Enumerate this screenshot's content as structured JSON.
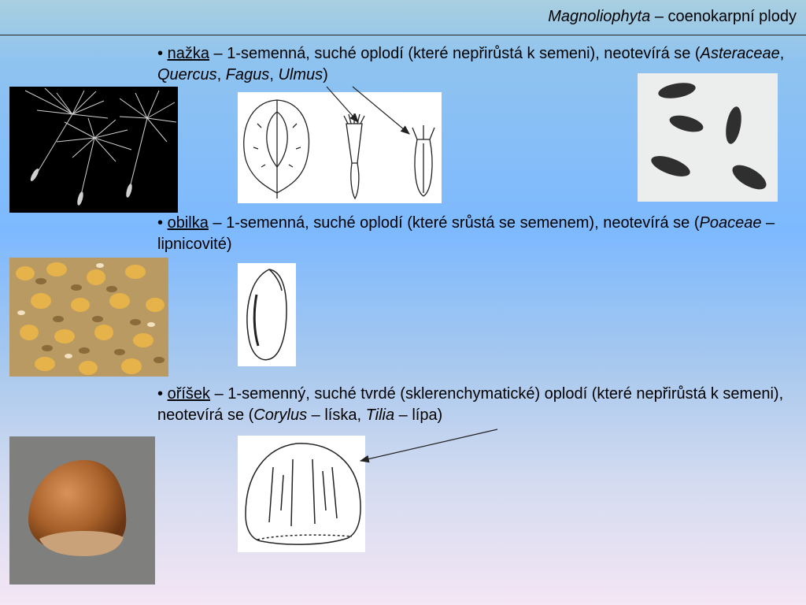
{
  "header": {
    "title_italic": "Magnoliophyta",
    "title_rest": " – coenokarpní plody"
  },
  "sections": [
    {
      "bullet": "•",
      "term": "nažka",
      "seg1": " – 1-semenná, suché oplodí (které nepřirůstá k semeni), neotevírá se (",
      "taxa1": "Asteraceae",
      "sep1": ", ",
      "taxa2": "Quercus",
      "sep2": ", ",
      "taxa3": "Fagus",
      "sep3": ", ",
      "taxa4": "Ulmus",
      "end": ")"
    },
    {
      "bullet": "•",
      "term": "obilka",
      "seg1": " – 1-semenná, suché oplodí (které srůstá se semenem), neotevírá se (",
      "taxa1": "Poaceae",
      "end": " – lipnicovité)"
    },
    {
      "bullet": "•",
      "term": "oříšek",
      "seg1": " – 1-semenný, suché tvrdé (sklerenchymatické) oplodí (které nepřirůstá k semeni), neotevírá se (",
      "taxa1": "Corylus",
      "sep1": " – líska, ",
      "taxa2": "Tilia",
      "end": " – lípa)"
    }
  ],
  "colors": {
    "line": "#222222",
    "seed_dark": "#2b2b2b",
    "hazel": "#a8612a"
  }
}
